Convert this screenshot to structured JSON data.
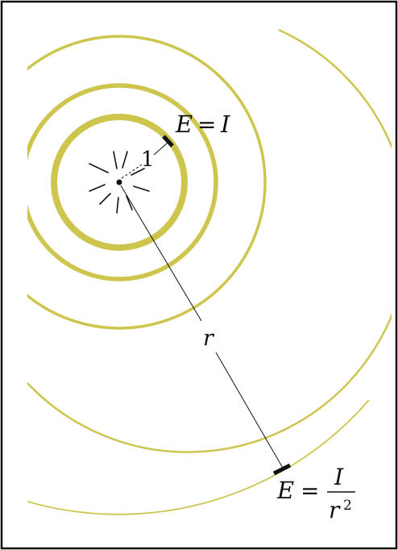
{
  "diagram": {
    "source_label": "1",
    "radius_label": "r",
    "near_equation": {
      "lhs": "E",
      "eq": "=",
      "rhs": "I"
    },
    "far_equation": {
      "lhs": "E",
      "eq": "=",
      "numerator": "I",
      "denominator_base": "r",
      "denominator_exp": "2"
    }
  },
  "colors": {
    "wave": "#cdc54e",
    "ink": "#111111",
    "border": "#111111",
    "background": "#ffffff"
  }
}
